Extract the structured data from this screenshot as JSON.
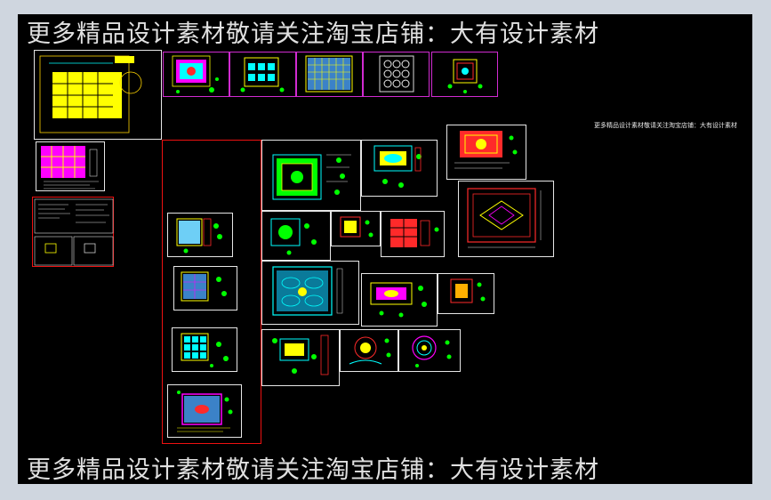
{
  "window": {
    "title": ""
  },
  "watermark": {
    "top": "更多精品设计素材敬请关注淘宝店铺：大有设计素材",
    "bottom": "更多精品设计素材敬请关注淘宝店铺：大有设计素材"
  },
  "side_note": "更多精品设计素材敬请关注淘宝店铺：大有设计素材",
  "colors": {
    "background": "#000000",
    "window_bg": "#cfd6df",
    "frame_white": "#e6e6e6",
    "frame_red": "#ee1111",
    "frame_magenta": "#d12bd1",
    "cad_yellow": "#ffff00",
    "cad_cyan": "#00ffff",
    "cad_green": "#00ff00",
    "cad_magenta": "#ff00ff",
    "cad_red": "#ff2a2a"
  }
}
